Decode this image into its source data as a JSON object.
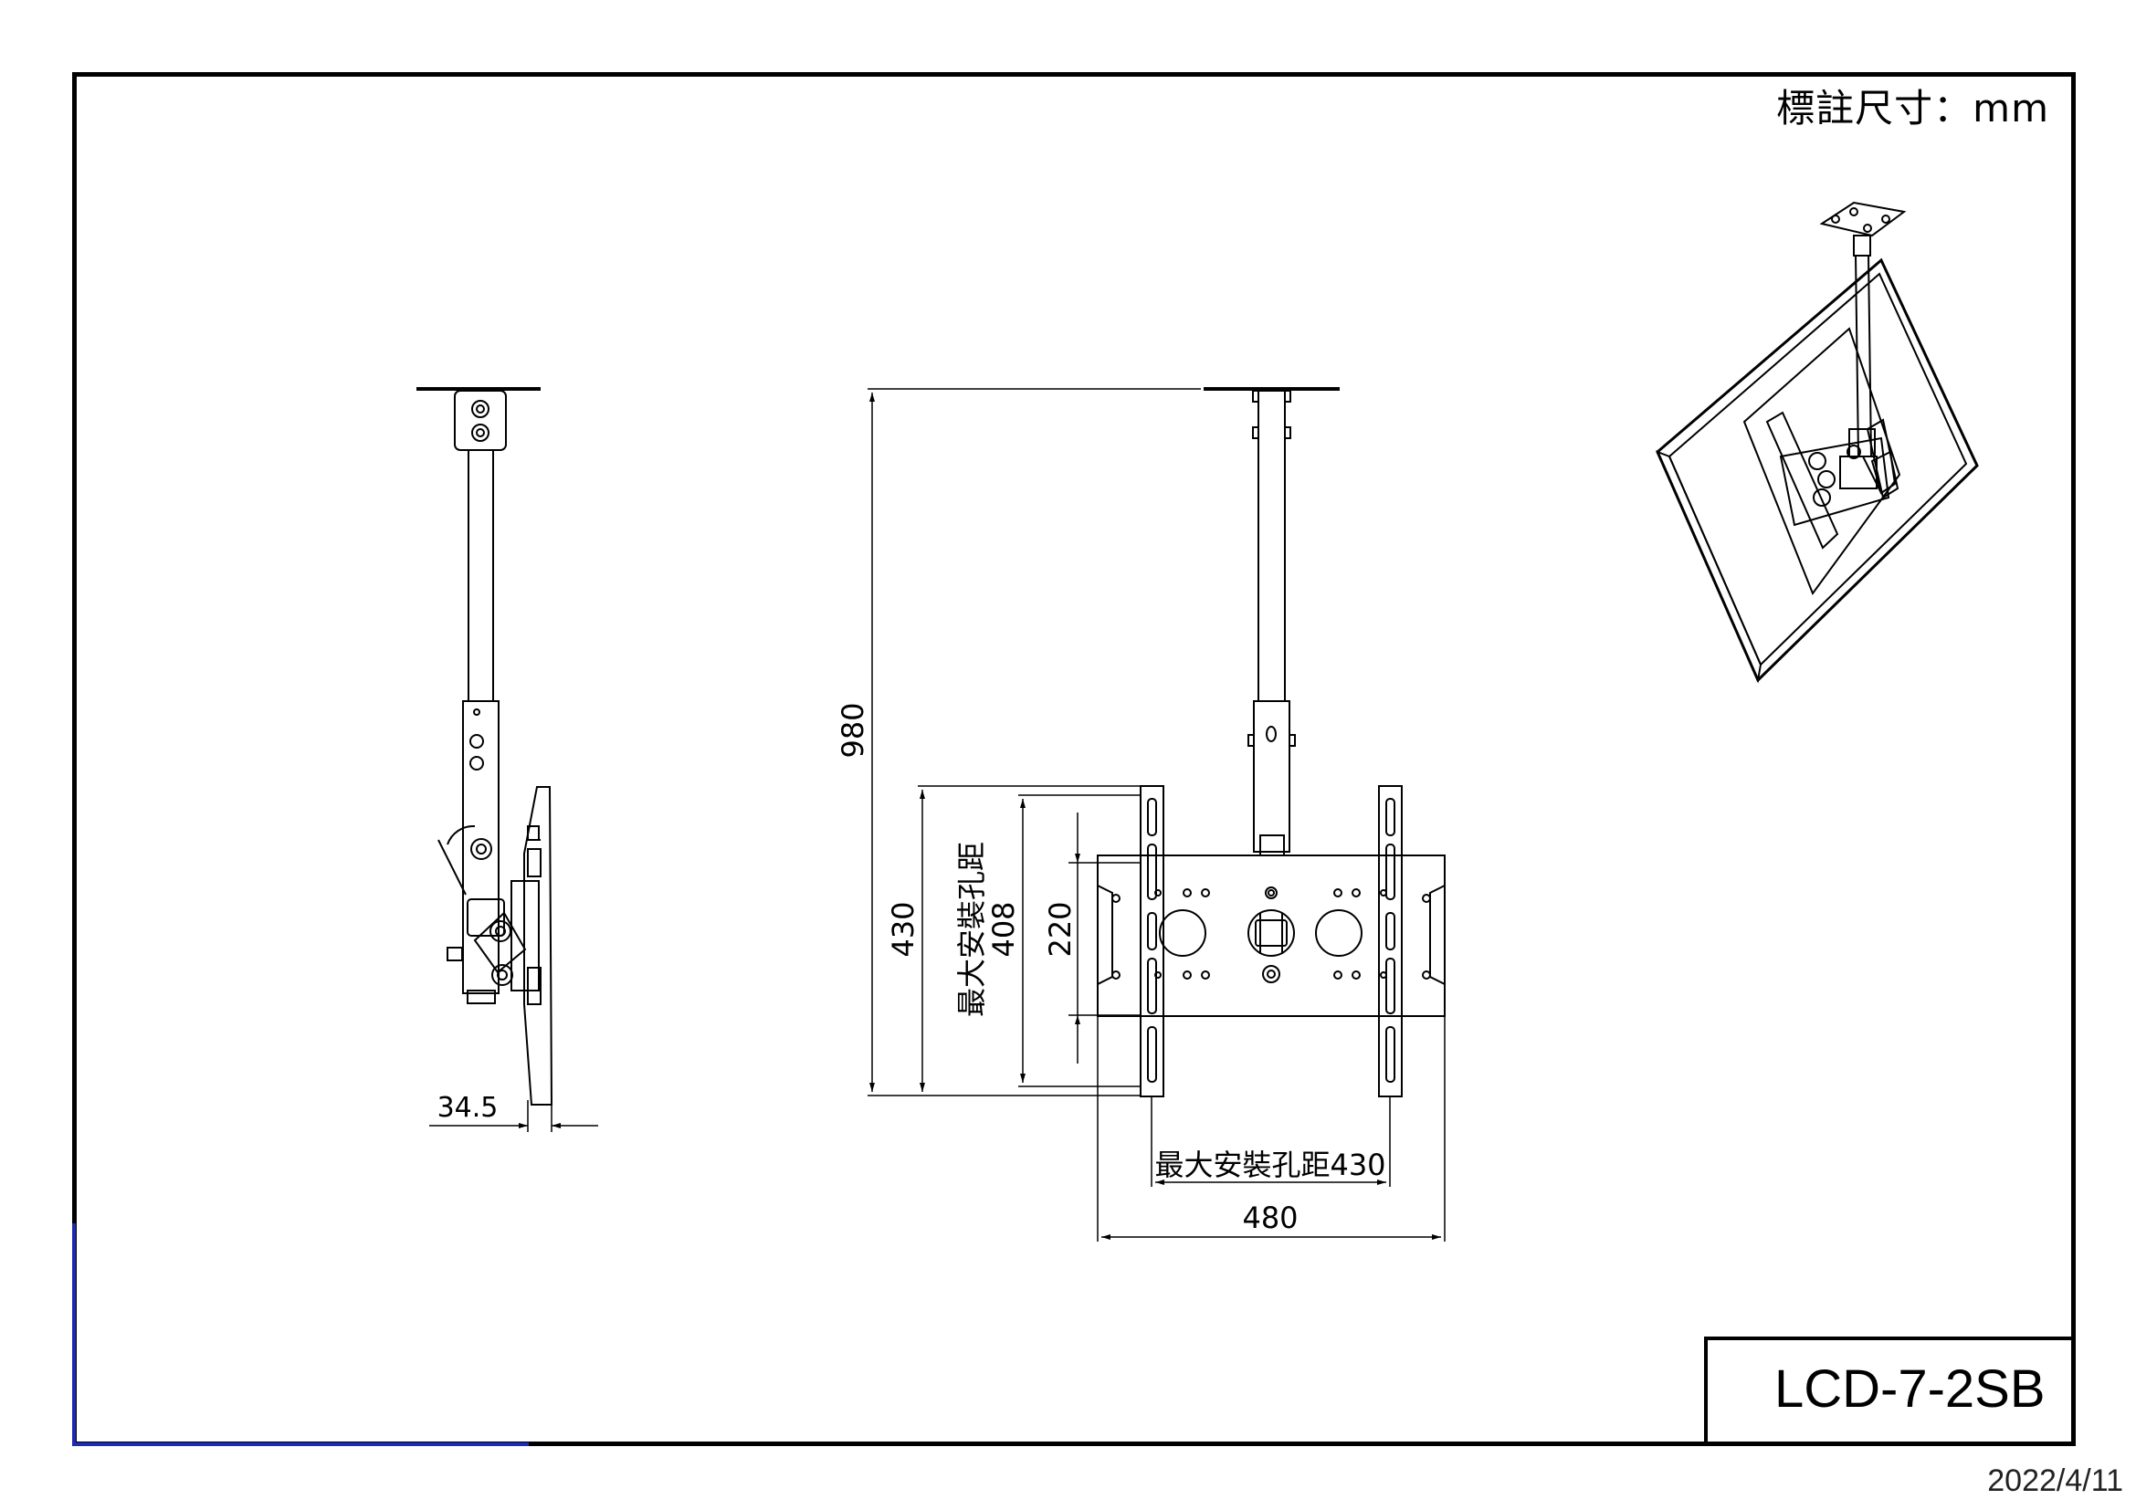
{
  "sheet": {
    "units_note": "標註尺寸：mm",
    "model_code": "LCD-7-2SB",
    "date": "2022/4/11"
  },
  "dimensions": {
    "bracket_offset": "34.5",
    "total_height": "980",
    "vertical_max_hole_430": "430",
    "vertical_max_hole_label": "最大安裝孔距",
    "vertical_408": "408",
    "vertical_220": "220",
    "horizontal_max_hole": "最大安裝孔距430",
    "plate_width": "480"
  }
}
